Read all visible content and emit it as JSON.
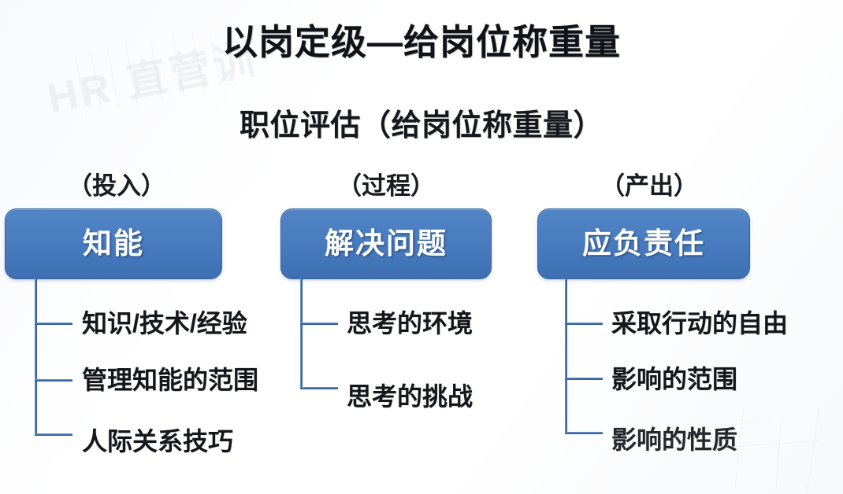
{
  "slide": {
    "title": "以岗定级—给岗位称重量",
    "subtitle": "职位评估（给岗位称重量）",
    "watermark": "HR 直营训",
    "accent_blue": "#4a7dc0",
    "border_blue": "#33639e",
    "line_blue": "#3f6fa8",
    "text_black": "#15171c",
    "background": "#ffffff"
  },
  "columns": [
    {
      "label": "（投入）",
      "box": "知能",
      "items": [
        "知识/技术/经验",
        "管理知能的范围",
        "人际关系技巧"
      ]
    },
    {
      "label": "（过程）",
      "box": "解决问题",
      "items": [
        "思考的环境",
        "思考的挑战"
      ]
    },
    {
      "label": "（产出）",
      "box": "应负责任",
      "items": [
        "采取行动的自由",
        "影响的范围",
        "影响的性质"
      ]
    }
  ]
}
